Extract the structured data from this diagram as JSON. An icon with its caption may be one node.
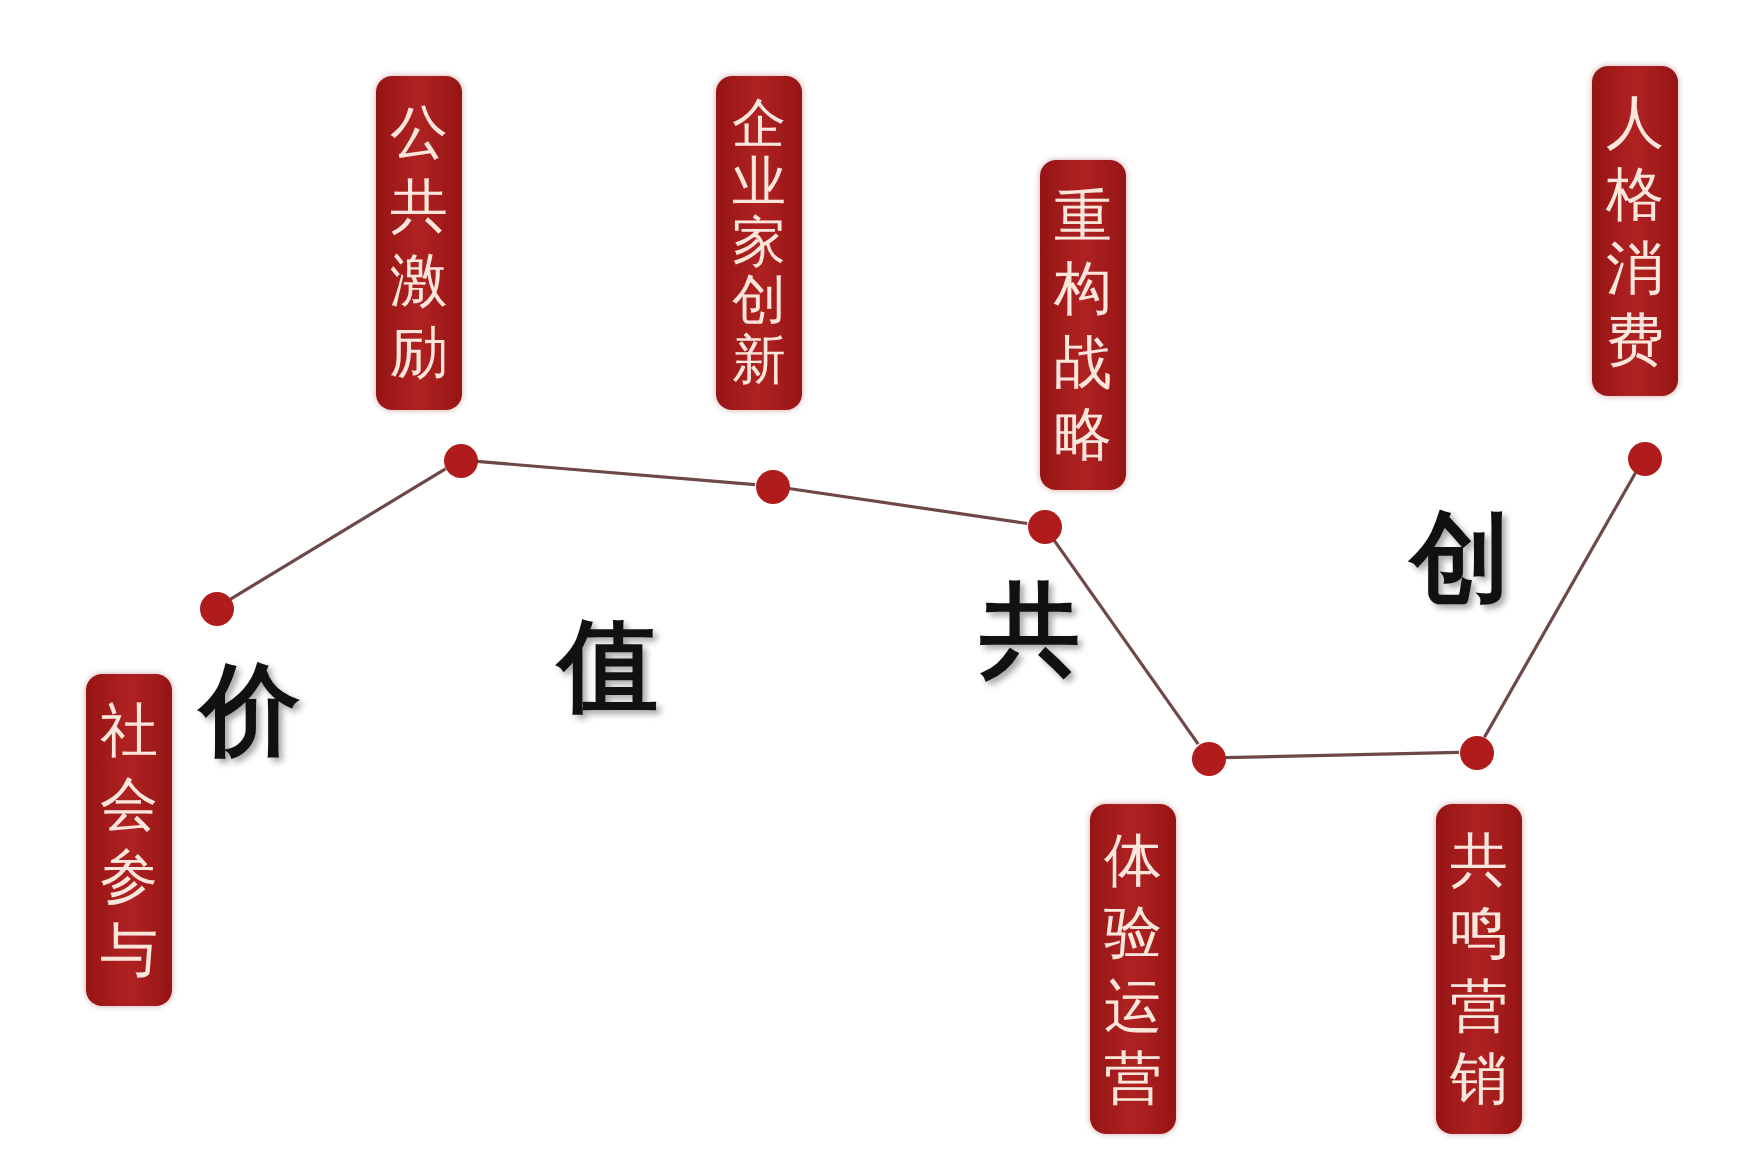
{
  "diagram": {
    "nodes": [
      {
        "text": [
          "社会参与"
        ]
      },
      {
        "text": [
          "公共激励"
        ]
      },
      {
        "text": [
          "企业家创新"
        ]
      },
      {
        "text": [
          "重构战略"
        ]
      },
      {
        "text": [
          "体验运营"
        ]
      },
      {
        "text": [
          "共鸣营销"
        ]
      },
      {
        "text": [
          "人格消费"
        ]
      },
      {
        "text": [],
        "shape": "circle"
      },
      {
        "text": [],
        "shape": "circle"
      },
      {
        "text": [],
        "shape": "circle"
      },
      {
        "text": [],
        "shape": "circle"
      },
      {
        "text": [],
        "shape": "circle"
      },
      {
        "text": [],
        "shape": "circle"
      },
      {
        "text": [],
        "shape": "circle"
      }
    ],
    "edges": [
      {
        "from": 7,
        "to": 8,
        "arrow": "none"
      },
      {
        "from": 8,
        "to": 9,
        "arrow": "none"
      },
      {
        "from": 9,
        "to": 10,
        "arrow": "none"
      },
      {
        "from": 10,
        "to": 11,
        "arrow": "none"
      },
      {
        "from": 11,
        "to": 12,
        "arrow": "none"
      },
      {
        "from": 12,
        "to": 13,
        "arrow": "none"
      }
    ],
    "labels": [
      "价",
      "值",
      "共",
      "创"
    ]
  }
}
